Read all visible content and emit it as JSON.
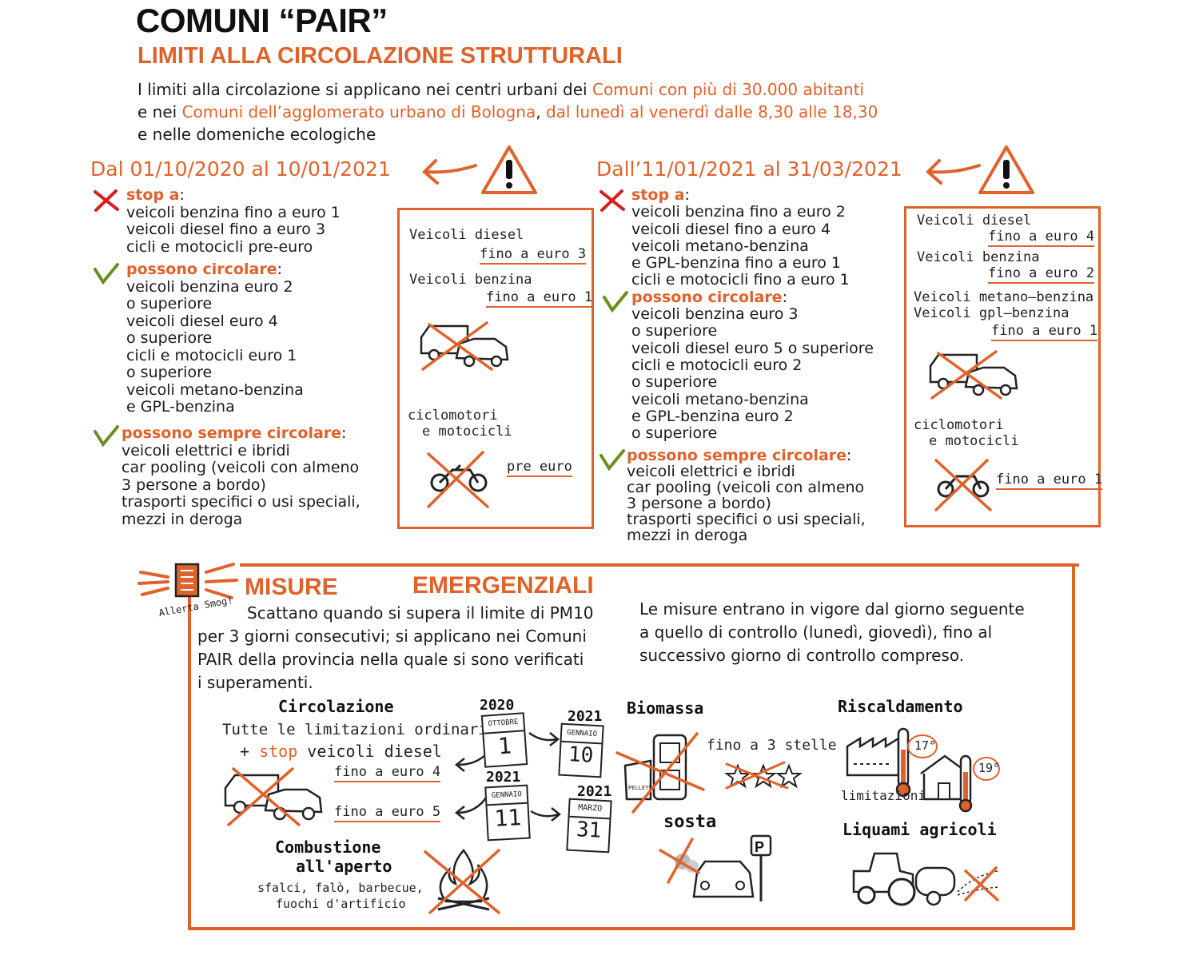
{
  "header": {
    "title": "COMUNI “PAIR”",
    "subtitle": "LIMITI ALLA CIRCOLAZIONE STRUTTURALI",
    "intro": {
      "line1_a": "I limiti alla circolazione si applicano nei centri urbani dei ",
      "line1_b": "Comuni con più di 30.000 abitanti",
      "line2_a": "e nei ",
      "line2_b": "Comuni dell’agglomerato urbano di Bologna",
      "line2_c": ", ",
      "line2_d": "dal lunedì al venerdì dalle 8,30 alle 18,30",
      "line3": "e nelle domeniche ecologiche"
    }
  },
  "period1": {
    "title": "Dal 01/10/2020 al 10/01/2021",
    "stop_label": "stop a",
    "stop_items": [
      "veicoli benzina fino a euro 1",
      "veicoli diesel fino a euro 3",
      "cicli e motocicli pre-euro"
    ],
    "allowed_label": "possono circolare",
    "allowed_items": [
      "veicoli benzina euro 2",
      "o superiore",
      "veicoli diesel euro 4",
      "o superiore",
      "cicli e motocicli euro 1",
      "o superiore",
      "veicoli metano-benzina",
      "e GPL-benzina"
    ],
    "always_label": "possono sempre circolare",
    "always_items": [
      "veicoli elettrici e ibridi",
      "car pooling (veicoli con almeno",
      "3 persone a bordo)",
      "trasporti specifici o usi speciali,",
      "mezzi in deroga"
    ],
    "box": {
      "diesel_label": "Veicoli diesel",
      "diesel_limit": "fino a euro 3",
      "benzina_label": "Veicoli benzina",
      "benzina_limit": "fino a euro 1",
      "moto_label_1": "ciclomotori",
      "moto_label_2": "e motocicli",
      "moto_limit": "pre euro"
    }
  },
  "period2": {
    "title": "Dall’11/01/2021 al 31/03/2021",
    "stop_label": "stop a",
    "stop_items": [
      "veicoli benzina fino a euro 2",
      "veicoli diesel fino a euro 4",
      "veicoli metano-benzina",
      "e GPL-benzina fino a euro 1",
      "cicli e motocicli fino a euro 1"
    ],
    "allowed_label": "possono circolare",
    "allowed_items": [
      "veicoli benzina euro 3",
      "o superiore",
      "veicoli diesel euro 5 o superiore",
      "cicli e motocicli euro 2",
      "o superiore",
      "veicoli metano-benzina",
      "e GPL-benzina euro 2",
      "o superiore"
    ],
    "always_label": "possono sempre circolare",
    "always_items": [
      "veicoli elettrici e ibridi",
      "car pooling (veicoli con almeno",
      "3 persone a bordo)",
      "trasporti specifici o usi speciali,",
      "mezzi in deroga"
    ],
    "box": {
      "diesel_label": "Veicoli diesel",
      "diesel_limit": "fino a euro 4",
      "benzina_label": "Veicoli benzina",
      "benzina_limit": "fino a euro 2",
      "metano_label": "Veicoli metano–benzina",
      "gpl_label": "Veicoli gpl–benzina",
      "metano_limit": "fino a euro 1",
      "moto_label_1": "ciclomotori",
      "moto_label_2": "e motocicli",
      "moto_limit": "fino a euro 1"
    }
  },
  "emergency": {
    "title_a": "MISURE",
    "title_b": "EMERGENZIALI",
    "allerta": "Allerta Smog!",
    "text_left": [
      "Scattano quando si supera il limite di PM10",
      "per 3 giorni consecutivi; si applicano nei Comuni",
      "PAIR della provincia nella quale si sono verificati",
      "i superamenti."
    ],
    "text_right": [
      "Le misure entrano in vigore dal giorno seguente",
      "a quello di controllo (lunedì, giovedì), fino al",
      "successivo giorno di controllo compreso."
    ],
    "circolazione": {
      "title": "Circolazione",
      "line1": "Tutte le limitazioni ordinarie",
      "line2_a": "+ ",
      "line2_b": "stop",
      "line2_c": " veicoli diesel",
      "limit1": "fino a euro 4",
      "limit2": "fino a euro 5"
    },
    "calendars": [
      {
        "year": "2020",
        "month": "OTTOBRE",
        "day": "1"
      },
      {
        "year": "2021",
        "month": "GENNAIO",
        "day": "10"
      },
      {
        "year": "2021",
        "month": "GENNAIO",
        "day": "11"
      },
      {
        "year": "2021",
        "month": "MARZO",
        "day": "31"
      }
    ],
    "combustione": {
      "title_1": "Combustione",
      "title_2": "all'aperto",
      "desc_1": "sfalci, falò, barbecue,",
      "desc_2": "fuochi d'artificio"
    },
    "biomassa": {
      "title": "Biomassa",
      "limit": "fino a 3 stelle",
      "pellet_label": "PELLETS"
    },
    "sosta": {
      "title": "sosta",
      "parking": "P"
    },
    "riscaldamento": {
      "title": "Riscaldamento",
      "label": "limitazioni",
      "temp1": "17°",
      "temp2": "19°"
    },
    "liquami": {
      "title": "Liquami agricoli"
    }
  },
  "colors": {
    "accent": "#e0622b",
    "check": "#6b8e23",
    "cross": "#d42020"
  }
}
